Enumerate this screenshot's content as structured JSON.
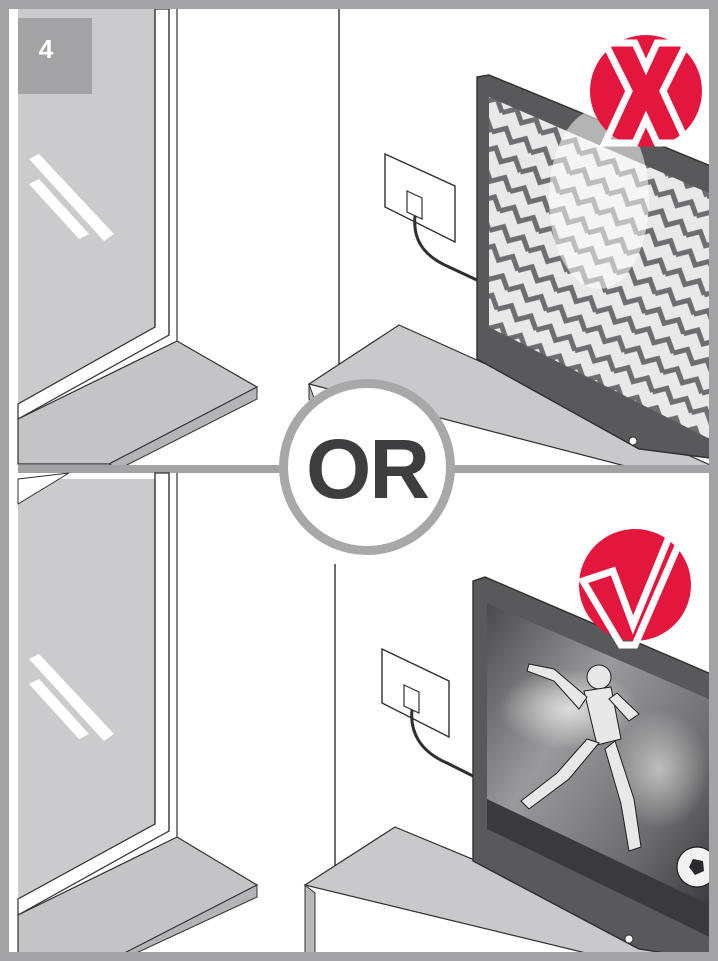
{
  "step": {
    "number": "4"
  },
  "divider": {
    "label": "OR"
  },
  "panels": [
    {
      "id": "top",
      "verdict": "incorrect",
      "icon": "x-mark-icon",
      "screen": "static-noise"
    },
    {
      "id": "bottom",
      "verdict": "correct",
      "icon": "checkmark-icon",
      "screen": "clear-picture"
    }
  ],
  "colors": {
    "frame": "#a3a3a5",
    "wall_line": "#2f2f31",
    "glass": "#c9c9cb",
    "sill": "#c4c4c6",
    "tv_bezel": "#59595b",
    "badge_red": "#e3173e",
    "or_text": "#3e3e40"
  }
}
